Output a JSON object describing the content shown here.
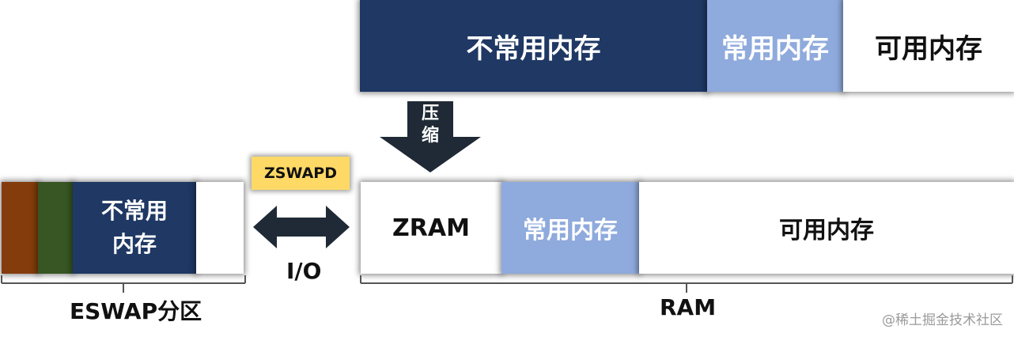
{
  "ram_top": {
    "uncommon_memory": "不常用内存",
    "common_memory": "常用内存",
    "available_memory": "可用内存"
  },
  "compress": {
    "line1": "压",
    "line2": "缩"
  },
  "zswapd": "ZSWAPD",
  "io": "I/O",
  "eswap": {
    "uncommon_line1": "不常用",
    "uncommon_line2": "内存",
    "label": "ESWAP分区"
  },
  "ram_bottom": {
    "zram": "ZRAM",
    "common_memory": "常用内存",
    "available_memory": "可用内存",
    "label": "RAM"
  },
  "watermark": "@稀土掘金技术社区",
  "colors": {
    "navy": "#1f3864",
    "light_blue": "#8faadc",
    "brown": "#843c0c",
    "green": "#375623",
    "yellow": "#ffd966",
    "arrow": "#1f2a36"
  }
}
